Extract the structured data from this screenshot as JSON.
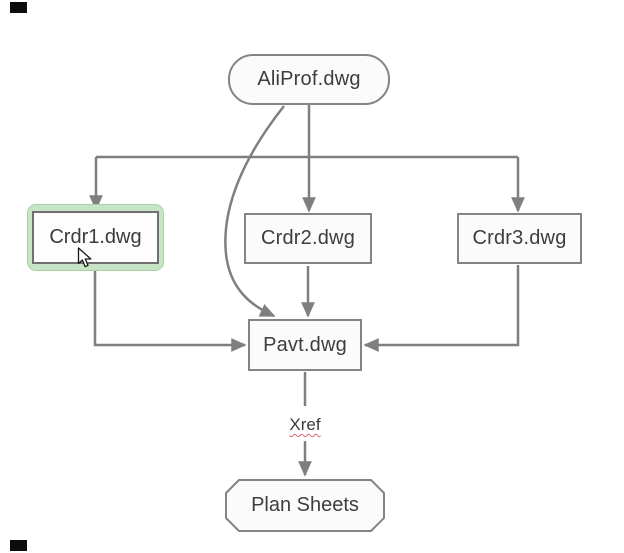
{
  "diagram": {
    "nodes": {
      "aliprof": {
        "label": "AliProf.dwg",
        "shape": "rounded-pill",
        "selected": false
      },
      "crdr1": {
        "label": "Crdr1.dwg",
        "shape": "rectangle",
        "selected": true
      },
      "crdr2": {
        "label": "Crdr2.dwg",
        "shape": "rectangle",
        "selected": false
      },
      "crdr3": {
        "label": "Crdr3.dwg",
        "shape": "rectangle",
        "selected": false
      },
      "pavt": {
        "label": "Pavt.dwg",
        "shape": "rectangle",
        "selected": false
      },
      "plan_sheets": {
        "label": "Plan Sheets",
        "shape": "octagon",
        "selected": false
      }
    },
    "edge_label": {
      "text": "Xref",
      "spellcheck_underline": true
    },
    "connections": [
      {
        "from": "AliProf.dwg",
        "to": "Crdr1.dwg"
      },
      {
        "from": "AliProf.dwg",
        "to": "Crdr2.dwg"
      },
      {
        "from": "AliProf.dwg",
        "to": "Crdr3.dwg"
      },
      {
        "from": "AliProf.dwg",
        "to": "Pavt.dwg"
      },
      {
        "from": "Crdr1.dwg",
        "to": "Pavt.dwg"
      },
      {
        "from": "Crdr2.dwg",
        "to": "Pavt.dwg"
      },
      {
        "from": "Crdr3.dwg",
        "to": "Pavt.dwg"
      },
      {
        "from": "Pavt.dwg",
        "to": "Plan Sheets",
        "label": "Xref"
      }
    ],
    "colors": {
      "line": "#7f7f7f",
      "node_border": "#848484",
      "node_fill": "#fbfbfb",
      "text": "#3d3d3d",
      "selection_fill": "#c8e4c7",
      "selection_border": "#a6d3a4",
      "spellcheck_underline": "#d96a6a"
    },
    "cursor": "arrow"
  }
}
